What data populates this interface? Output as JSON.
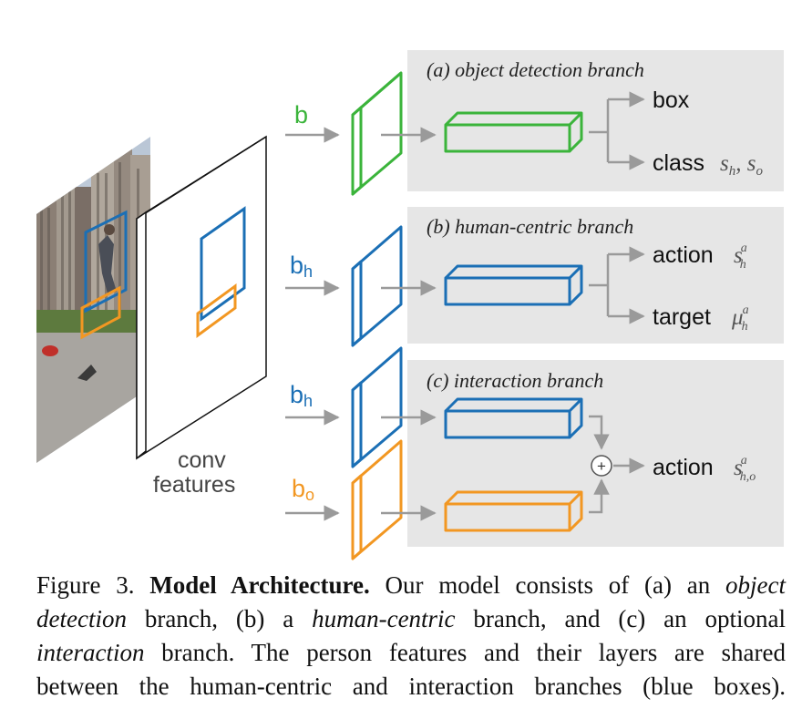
{
  "colors": {
    "panel_bg": "#e6e6e6",
    "green": "#3bb43b",
    "blue": "#1b6fb5",
    "orange": "#f29722",
    "arrow": "#9a9a9a",
    "text": "#111111"
  },
  "image": {
    "content": "street scene photo with person on skateboard"
  },
  "conv_label": {
    "line1": "conv",
    "line2": "features"
  },
  "inputs": {
    "b": "b",
    "bh_main": "b",
    "bh_sub": "h",
    "bo_main": "b",
    "bo_sub": "o"
  },
  "branches": {
    "a": {
      "title": "(a) object detection branch",
      "out1": "box",
      "out2": "class",
      "out2_sym_a": "s",
      "out2_sym_a_sub": "h",
      "out2_sep": ", ",
      "out2_sym_b": "s",
      "out2_sym_b_sub": "o"
    },
    "b": {
      "title": "(b) human-centric branch",
      "out1": "action",
      "out1_sym": "s",
      "out1_sup": "a",
      "out1_sub": "h",
      "out2": "target",
      "out2_sym": "μ",
      "out2_sup": "a",
      "out2_sub": "h"
    },
    "c": {
      "title": "(c) interaction branch",
      "plus": "+",
      "out": "action",
      "out_sym": "s",
      "out_sup": "a",
      "out_sub": "h,o"
    }
  },
  "caption": {
    "label": "Figure 3.",
    "bold": "Model Architecture.",
    "t1": " Our model consists of (a) an ",
    "i1": "object",
    "i2": "detection",
    "t2": " branch, (b) a ",
    "i3": "human-centric",
    "t3": " branch, and (c) an optional",
    "i4": "interaction",
    "t4": " branch. The person features and their layers are shared",
    "t5": "between the human-centric and interaction branches (blue boxes)."
  }
}
